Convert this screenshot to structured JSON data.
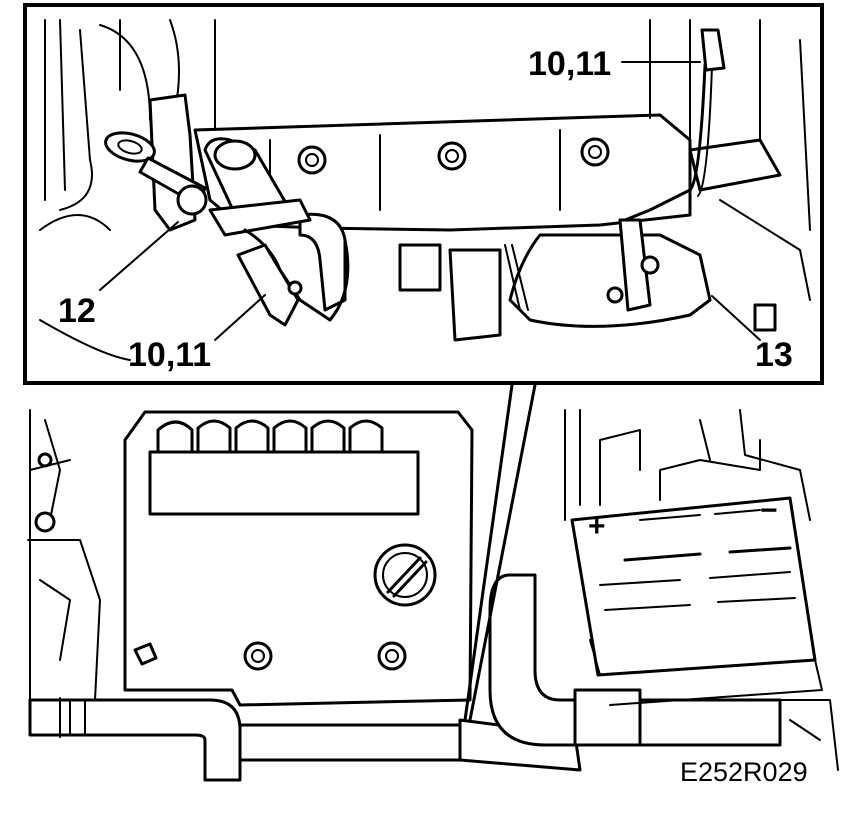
{
  "callouts": {
    "upper_right": "10,11",
    "left": "12",
    "lower_left": "10,11",
    "lower_right": "13"
  },
  "battery": {
    "plus": "+",
    "minus": "−"
  },
  "figure_ref": "E252R029"
}
